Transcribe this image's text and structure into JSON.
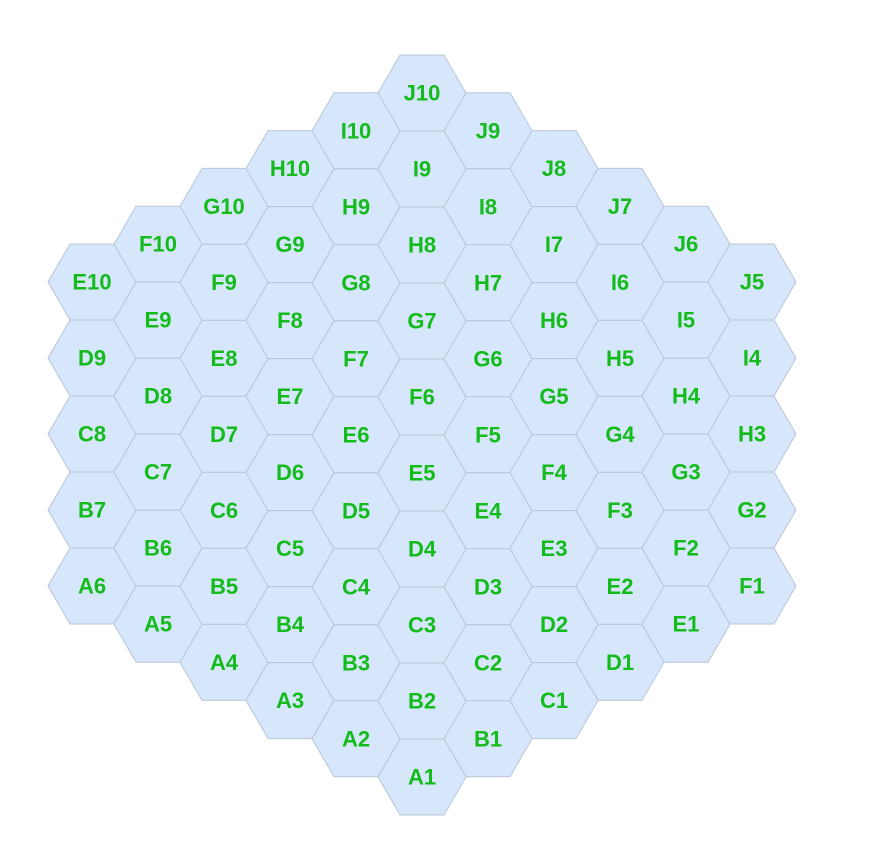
{
  "board": {
    "colors": {
      "cell_fill": "#d6e6fb",
      "cell_border": "#b9c6d6",
      "label": "#13bb1b",
      "background": "#ffffff"
    },
    "columns": [
      [
        "E10",
        "D9",
        "C8",
        "B7",
        "A6"
      ],
      [
        "F10",
        "E9",
        "D8",
        "C7",
        "B6",
        "A5"
      ],
      [
        "G10",
        "F9",
        "E8",
        "D7",
        "C6",
        "B5",
        "A4"
      ],
      [
        "H10",
        "G9",
        "F8",
        "E7",
        "D6",
        "C5",
        "B4",
        "A3"
      ],
      [
        "I10",
        "H9",
        "G8",
        "F7",
        "E6",
        "D5",
        "C4",
        "B3",
        "A2"
      ],
      [
        "J10",
        "I9",
        "H8",
        "G7",
        "F6",
        "E5",
        "D4",
        "C3",
        "B2",
        "A1"
      ],
      [
        "J9",
        "I8",
        "H7",
        "G6",
        "F5",
        "E4",
        "D3",
        "C2",
        "B1"
      ],
      [
        "J8",
        "I7",
        "H6",
        "G5",
        "F4",
        "E3",
        "D2",
        "C1"
      ],
      [
        "J7",
        "I6",
        "H5",
        "G4",
        "F3",
        "E2",
        "D1"
      ],
      [
        "J6",
        "I5",
        "H4",
        "G3",
        "F2",
        "E1"
      ],
      [
        "J5",
        "I4",
        "H3",
        "G2",
        "F1"
      ]
    ]
  }
}
